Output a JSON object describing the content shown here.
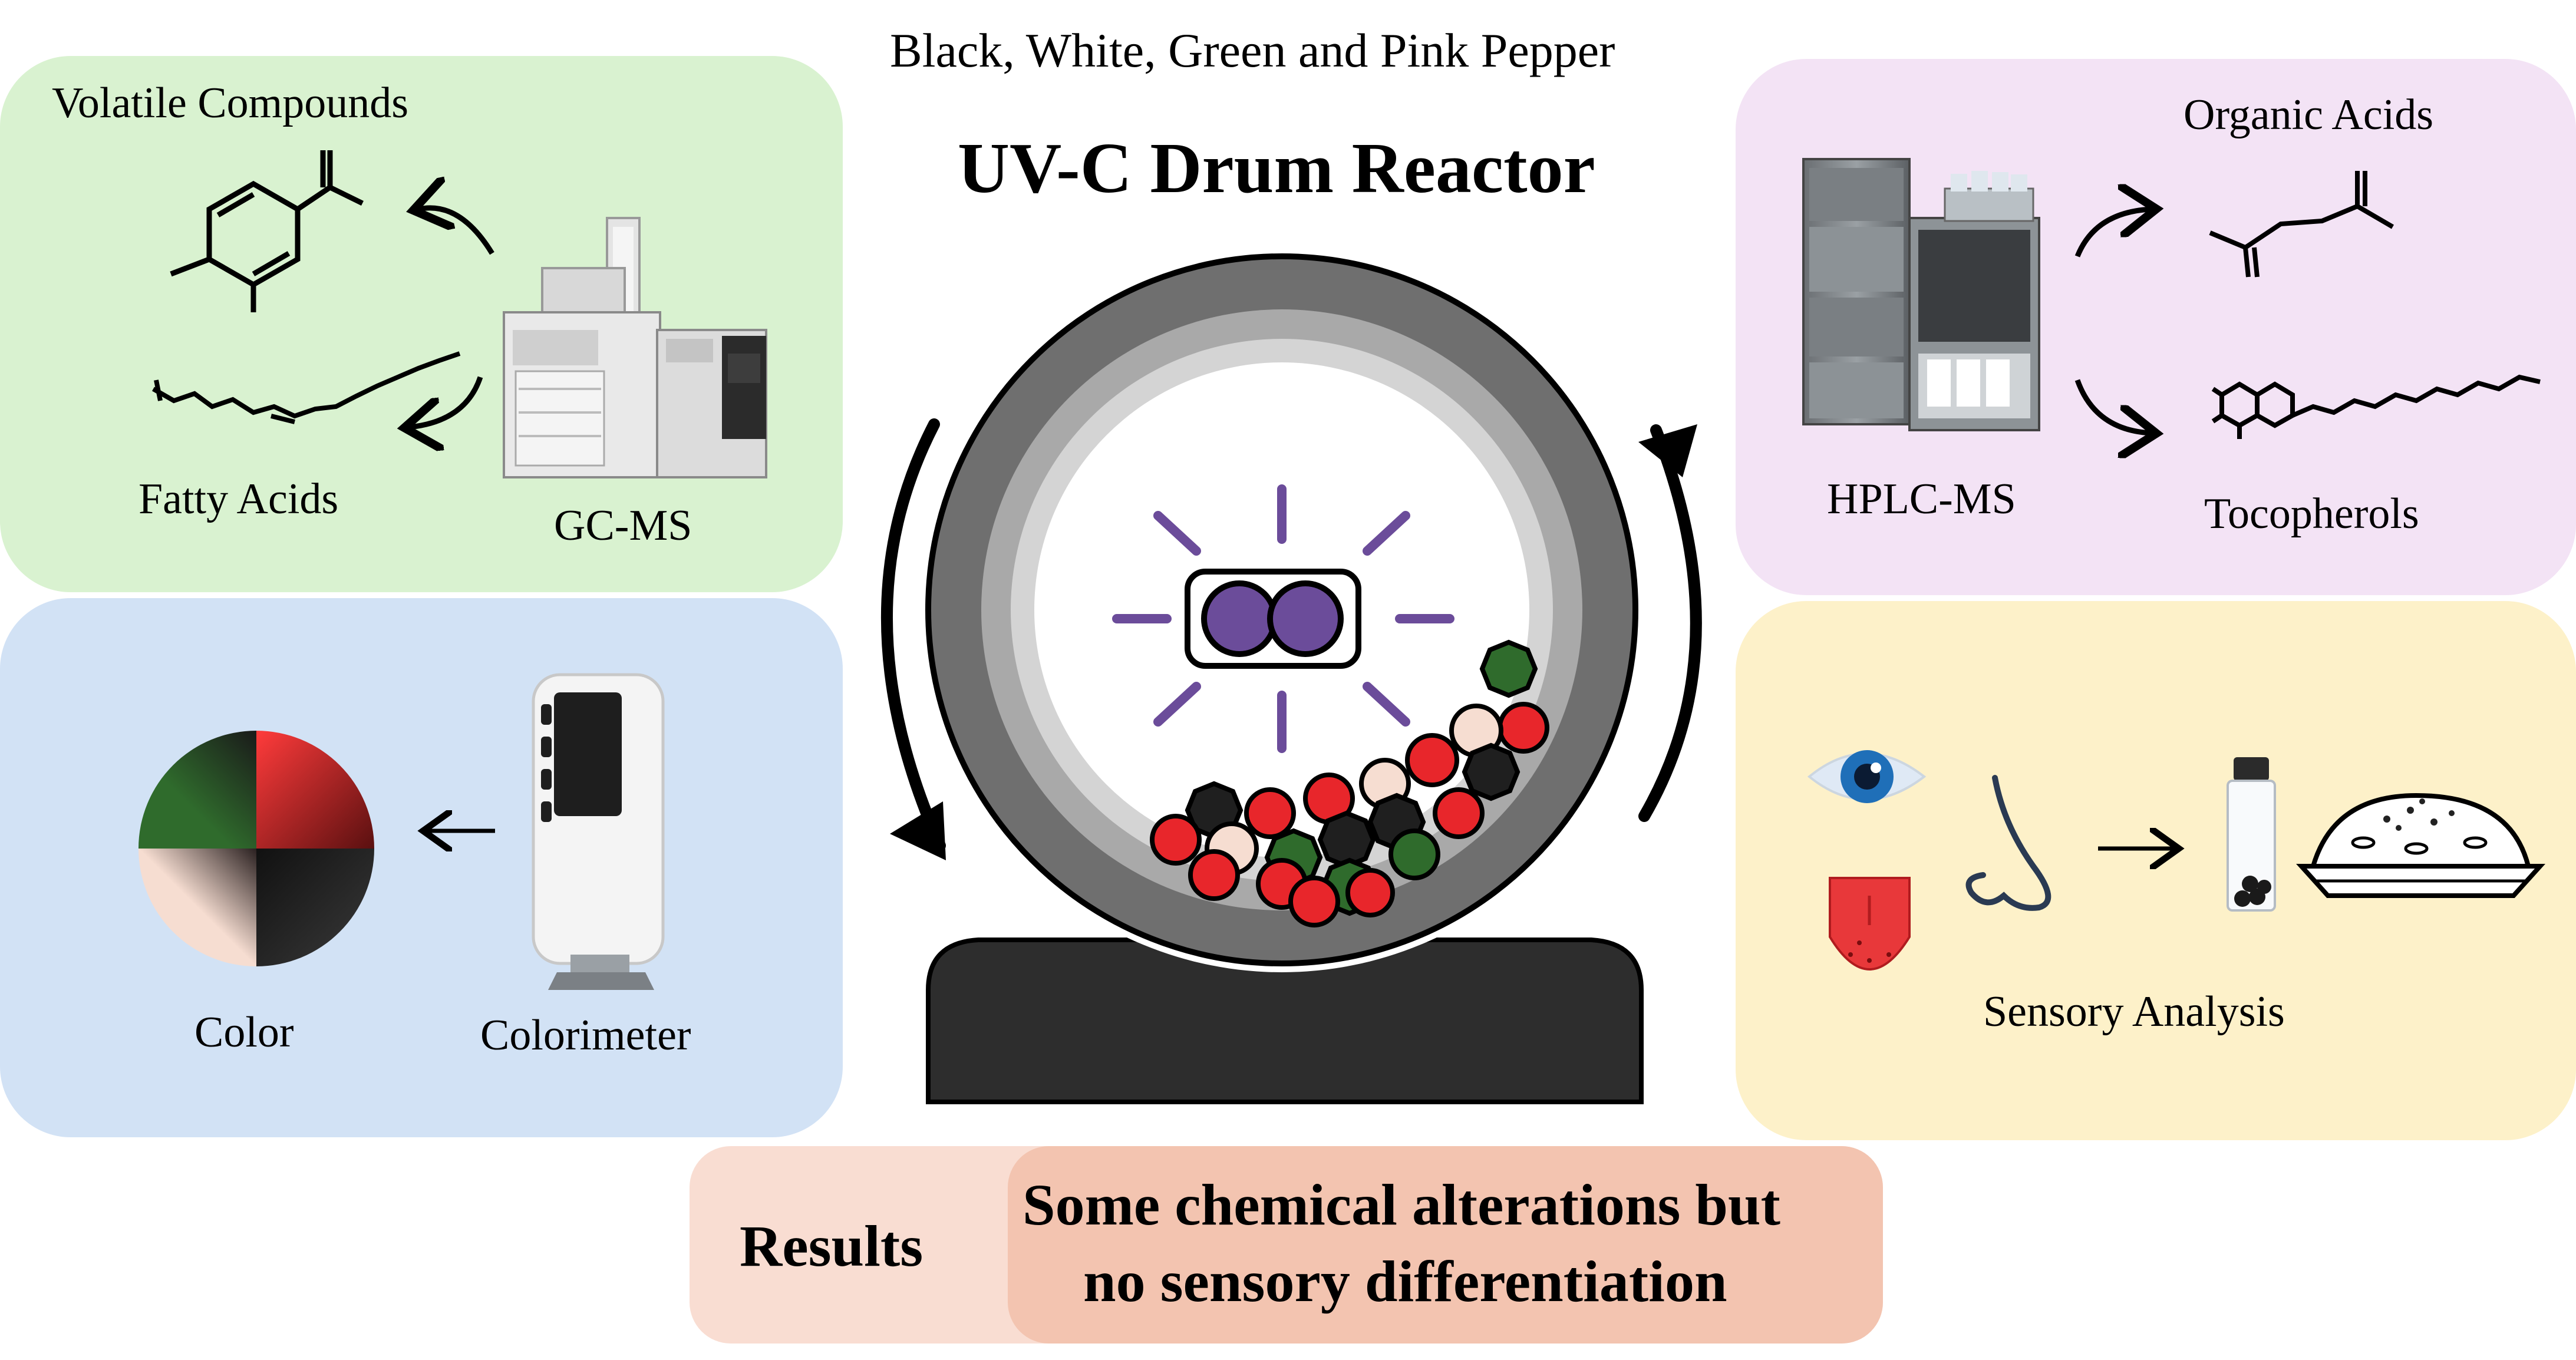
{
  "header": {
    "subtitle": "Black, White, Green and Pink Pepper",
    "title": "UV-C Drum Reactor"
  },
  "panels": {
    "volatile": {
      "compounds_label": "Volatile Compounds",
      "fatty_label": "Fatty Acids",
      "instrument_label": "GC-MS",
      "color": "#d9f2d0"
    },
    "hplc": {
      "organic_label": "Organic Acids",
      "tocopherols_label": "Tocopherols",
      "instrument_label": "HPLC-MS",
      "color": "#f3e3f5"
    },
    "color": {
      "color_label": "Color",
      "instrument_label": "Colorimeter",
      "color": "#d2e2f5"
    },
    "sensory": {
      "label": "Sensory Analysis",
      "color": "#fdf1c9"
    }
  },
  "results": {
    "label": "Results",
    "text_line1": "Some chemical alterations but",
    "text_line2": "no sensory differentiation",
    "color_outer": "#f9ddd2",
    "color_inner": "#f3c4b0"
  },
  "colors": {
    "uv_purple": "#6b4c9a",
    "pepper_red": "#e8262b",
    "pepper_green": "#2f6b2c",
    "pepper_black": "#1f1f1f",
    "pepper_white": "#f6ddd1"
  }
}
